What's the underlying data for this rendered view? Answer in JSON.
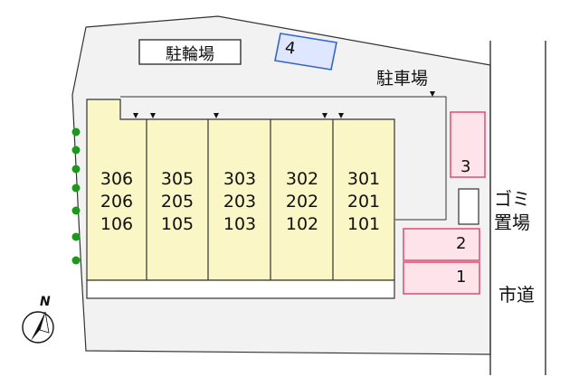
{
  "labels": {
    "bicycle_parking": "駐輪場",
    "parking_lot": "駐車場",
    "garbage_line1": "ゴミ",
    "garbage_line2": "置場",
    "city_road": "市道",
    "north": "N"
  },
  "parking_spaces": [
    {
      "number": "4",
      "color": "#3366cc",
      "fill": "#dfe6ff"
    },
    {
      "number": "3",
      "color": "#e0557a",
      "fill": "#ffe3ea"
    },
    {
      "number": "2",
      "color": "#e0557a",
      "fill": "#ffe3ea"
    },
    {
      "number": "1",
      "color": "#e0557a",
      "fill": "#ffe3ea"
    }
  ],
  "units": [
    {
      "floor3": "306",
      "floor2": "206",
      "floor1": "106"
    },
    {
      "floor3": "305",
      "floor2": "205",
      "floor1": "105"
    },
    {
      "floor3": "303",
      "floor2": "203",
      "floor1": "103"
    },
    {
      "floor3": "302",
      "floor2": "202",
      "floor1": "102"
    },
    {
      "floor3": "301",
      "floor2": "201",
      "floor1": "101"
    }
  ],
  "colors": {
    "lot": "#f2f2f2",
    "building": "#fbf6c6",
    "hedge": "#1a9a1a",
    "outline": "#333333"
  }
}
